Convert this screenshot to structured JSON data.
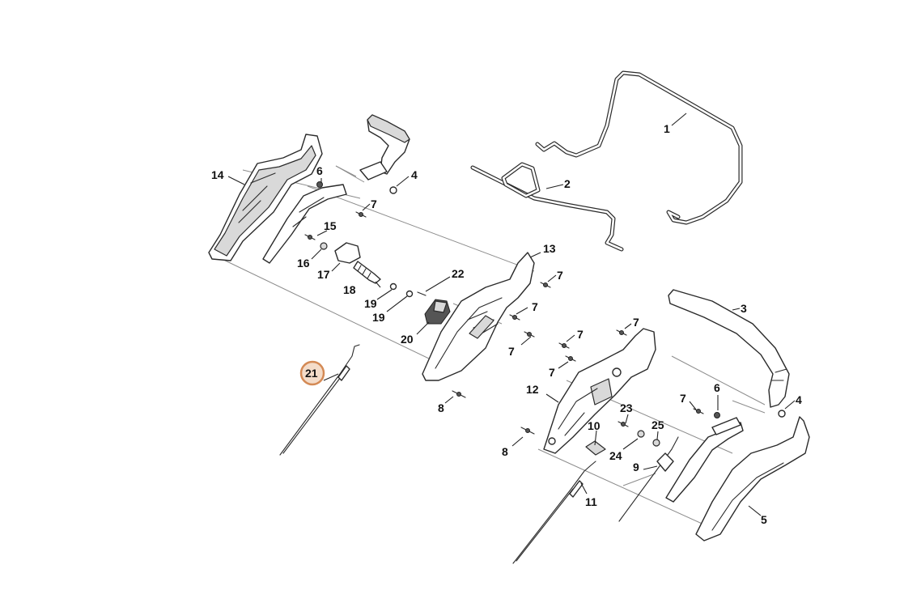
{
  "highlight": {
    "part_number": "21",
    "ring_color": "#d48a55"
  },
  "labels": {
    "p1": "1",
    "p2": "2",
    "p3": "3",
    "p4a": "4",
    "p4b": "4",
    "p5": "5",
    "p6a": "6",
    "p6b": "6",
    "p7a": "7",
    "p7b": "7",
    "p7c": "7",
    "p7d": "7",
    "p7e": "7",
    "p7f": "7",
    "p7g": "7",
    "p7h": "7",
    "p8a": "8",
    "p8b": "8",
    "p9": "9",
    "p10": "10",
    "p11": "11",
    "p12": "12",
    "p13": "13",
    "p14": "14",
    "p15": "15",
    "p16": "16",
    "p17": "17",
    "p18": "18",
    "p19a": "19",
    "p19b": "19",
    "p20": "20",
    "p21": "21",
    "p22": "22",
    "p23": "23",
    "p24": "24",
    "p25": "25"
  }
}
